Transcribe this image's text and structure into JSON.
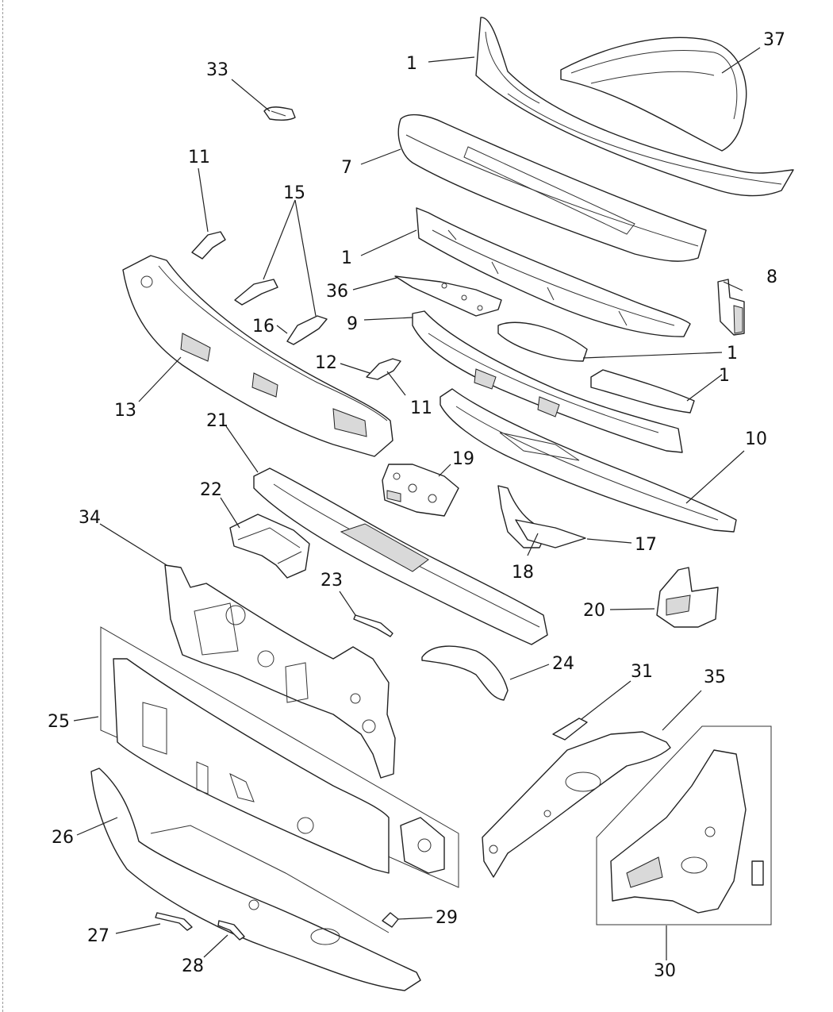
{
  "diagram": {
    "labels": [
      "1",
      "37",
      "33",
      "7",
      "11",
      "15",
      "1",
      "8",
      "36",
      "16",
      "9",
      "1",
      "12",
      "11",
      "1",
      "13",
      "21",
      "19",
      "10",
      "22",
      "34",
      "17",
      "18",
      "23",
      "20",
      "24",
      "31",
      "35",
      "25",
      "26",
      "29",
      "27",
      "28",
      "30"
    ]
  },
  "colors": {
    "line": "#222222",
    "background": "#ffffff",
    "shade": "#d9d9d9"
  }
}
